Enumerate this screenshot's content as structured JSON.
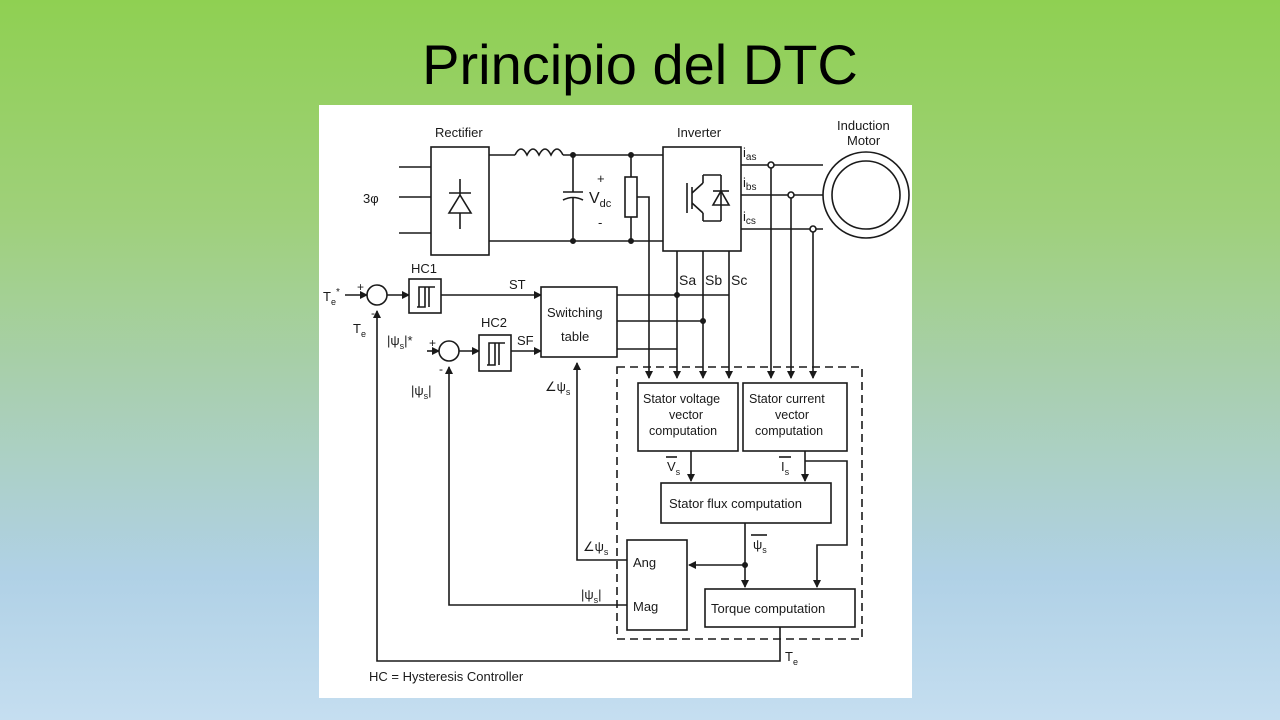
{
  "slide": {
    "title": "Principio del DTC"
  },
  "diagram": {
    "labels": {
      "rectifier": "Rectifier",
      "inverter": "Inverter",
      "motor_line1": "Induction",
      "motor_line2": "Motor",
      "three_phase": "3φ",
      "vdc_plus": "+",
      "vdc_minus": "-",
      "vdc_main": "V",
      "vdc_sub": "dc",
      "ias_main": "i",
      "ias_sub": "as",
      "ibs_main": "i",
      "ibs_sub": "bs",
      "ics_main": "i",
      "ics_sub": "cs",
      "hc1": "HC1",
      "hc2": "HC2",
      "st": "ST",
      "sf": "SF",
      "switching_line1": "Switching",
      "switching_line2": "table",
      "sa": "Sa",
      "sb": "Sb",
      "sc": "Sc",
      "te_ref": "T",
      "te_ref_sub": "e",
      "te_ref_sup": "*",
      "te_fb": "T",
      "te_fb_sub": "e",
      "psi_ref": "|ψ",
      "psi_ref_sub": "s",
      "psi_ref_end": "|*",
      "psi_fb": "|ψ",
      "psi_fb_sub": "s",
      "psi_fb_end": "|",
      "angle_in": "∠ψ",
      "angle_in_sub": "s",
      "svv_line1": "Stator voltage",
      "svv_line2": "vector",
      "svv_line3": "computation",
      "scv_line1": "Stator current",
      "scv_line2": "vector",
      "scv_line3": "computation",
      "vs": "V",
      "vs_sub": "s",
      "is": "I",
      "is_sub": "s",
      "flux": "Stator flux computation",
      "psis": "ψ",
      "psis_sub": "s",
      "ang": "Ang",
      "mag": "Mag",
      "ang_out": "∠ψ",
      "ang_out_sub": "s",
      "mag_out": "|ψ",
      "mag_out_sub": "s",
      "mag_out_end": "|",
      "torque": "Torque computation",
      "te_out": "T",
      "te_out_sub": "e",
      "legend": "HC = Hysteresis Controller"
    }
  }
}
